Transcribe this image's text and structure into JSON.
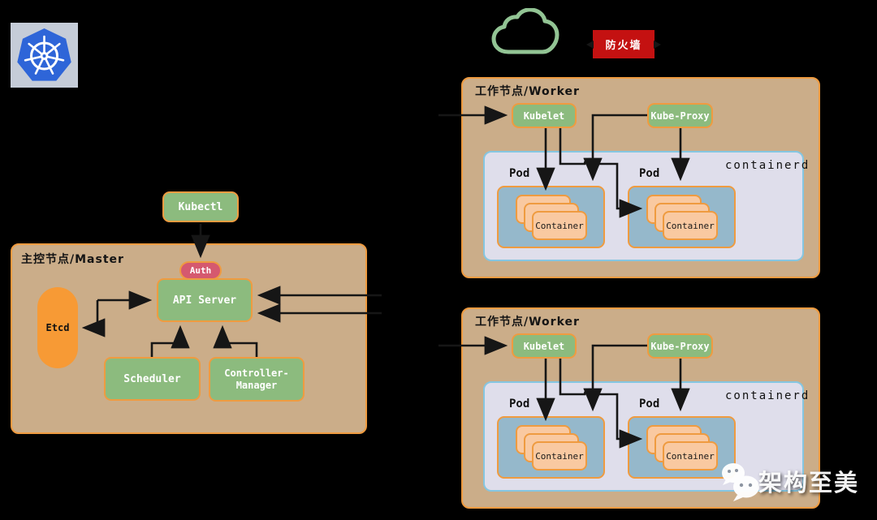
{
  "icons": {
    "logo": "kubernetes-logo",
    "cloud": "cloud-icon",
    "wechat": "wechat-icon"
  },
  "firewall": {
    "label": "防火墙"
  },
  "master": {
    "title": "主控节点/Master",
    "kubectl": "Kubectl",
    "auth": "Auth",
    "api_server": "API Server",
    "etcd": "Etcd",
    "scheduler": "Scheduler",
    "controller_manager": [
      "Controller-",
      "Manager"
    ]
  },
  "workers": [
    {
      "title": "工作节点/Worker",
      "kubelet": "Kubelet",
      "kube_proxy": "Kube-Proxy",
      "runtime": "containerd",
      "pods": [
        {
          "label": "Pod",
          "container": "Container"
        },
        {
          "label": "Pod",
          "container": "Container"
        }
      ]
    },
    {
      "title": "工作节点/Worker",
      "kubelet": "Kubelet",
      "kube_proxy": "Kube-Proxy",
      "runtime": "containerd",
      "pods": [
        {
          "label": "Pod",
          "container": "Container"
        },
        {
          "label": "Pod",
          "container": "Container"
        }
      ]
    }
  ],
  "watermark": {
    "text": "架构至美"
  },
  "colors": {
    "background": "#000000",
    "node_green": "#8cbb7e",
    "border_orange": "#ef9b40",
    "host_tan": "#cbad89",
    "runtime_lavender": "#dfdeeb",
    "runtime_border_blue": "#85c6e1",
    "pod_blue": "#95b8cb",
    "container_peach": "#f9c9a1",
    "etcd_orange": "#f79a35",
    "auth_pink": "#d5596f",
    "firewall_red": "#c41111",
    "cloud_green": "#92c494",
    "k8s_blue": "#2e65d8"
  }
}
